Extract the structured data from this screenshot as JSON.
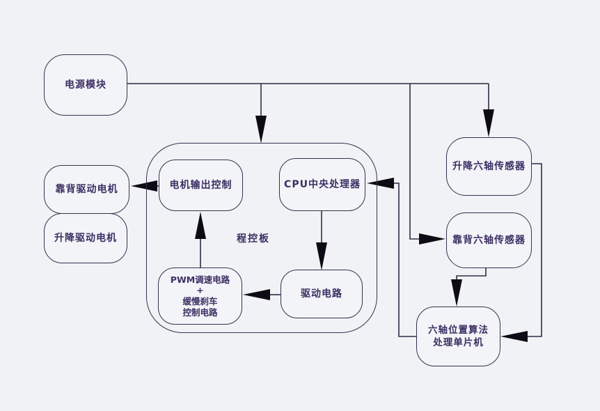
{
  "diagram": {
    "type": "block-diagram",
    "nodes": {
      "power": {
        "label": "电源模块"
      },
      "backrest_motor": {
        "label": "靠背驱动电机"
      },
      "lift_motor": {
        "label": "升降驱动电机"
      },
      "board": {
        "label": "程控板"
      },
      "motor_output": {
        "label": "电机输出控制"
      },
      "cpu": {
        "label": "CPU中央处理器"
      },
      "pwm": {
        "label": "PWM调速电路\n+\n缓慢刹车\n控制电路"
      },
      "drive": {
        "label": "驱动电路"
      },
      "lift_sensor": {
        "label": "升降六轴传感器"
      },
      "backrest_sensor": {
        "label": "靠背六轴传感器"
      },
      "mcu": {
        "label": "六轴位置算法\n处理单片机"
      }
    },
    "edges": [
      {
        "from": "电源模块",
        "to": "程控板"
      },
      {
        "from": "电源模块",
        "to": "升降六轴传感器"
      },
      {
        "from": "电源模块",
        "to": "靠背六轴传感器"
      },
      {
        "from": "电机输出控制",
        "to": "靠背驱动电机"
      },
      {
        "from": "CPU中央处理器",
        "to": "驱动电路"
      },
      {
        "from": "驱动电路",
        "to": "PWM调速电路+缓慢刹车控制电路"
      },
      {
        "from": "PWM调速电路+缓慢刹车控制电路",
        "to": "电机输出控制"
      },
      {
        "from": "升降六轴传感器",
        "to": "六轴位置算法处理单片机"
      },
      {
        "from": "靠背六轴传感器",
        "to": "六轴位置算法处理单片机"
      },
      {
        "from": "六轴位置算法处理单片机",
        "to": "CPU中央处理器"
      }
    ],
    "colors": {
      "background": "#f1f2f6",
      "box_border": "#34314d",
      "text": "#3c2f63",
      "line": "#2f2b45",
      "arrow": "#0d0b14"
    }
  }
}
